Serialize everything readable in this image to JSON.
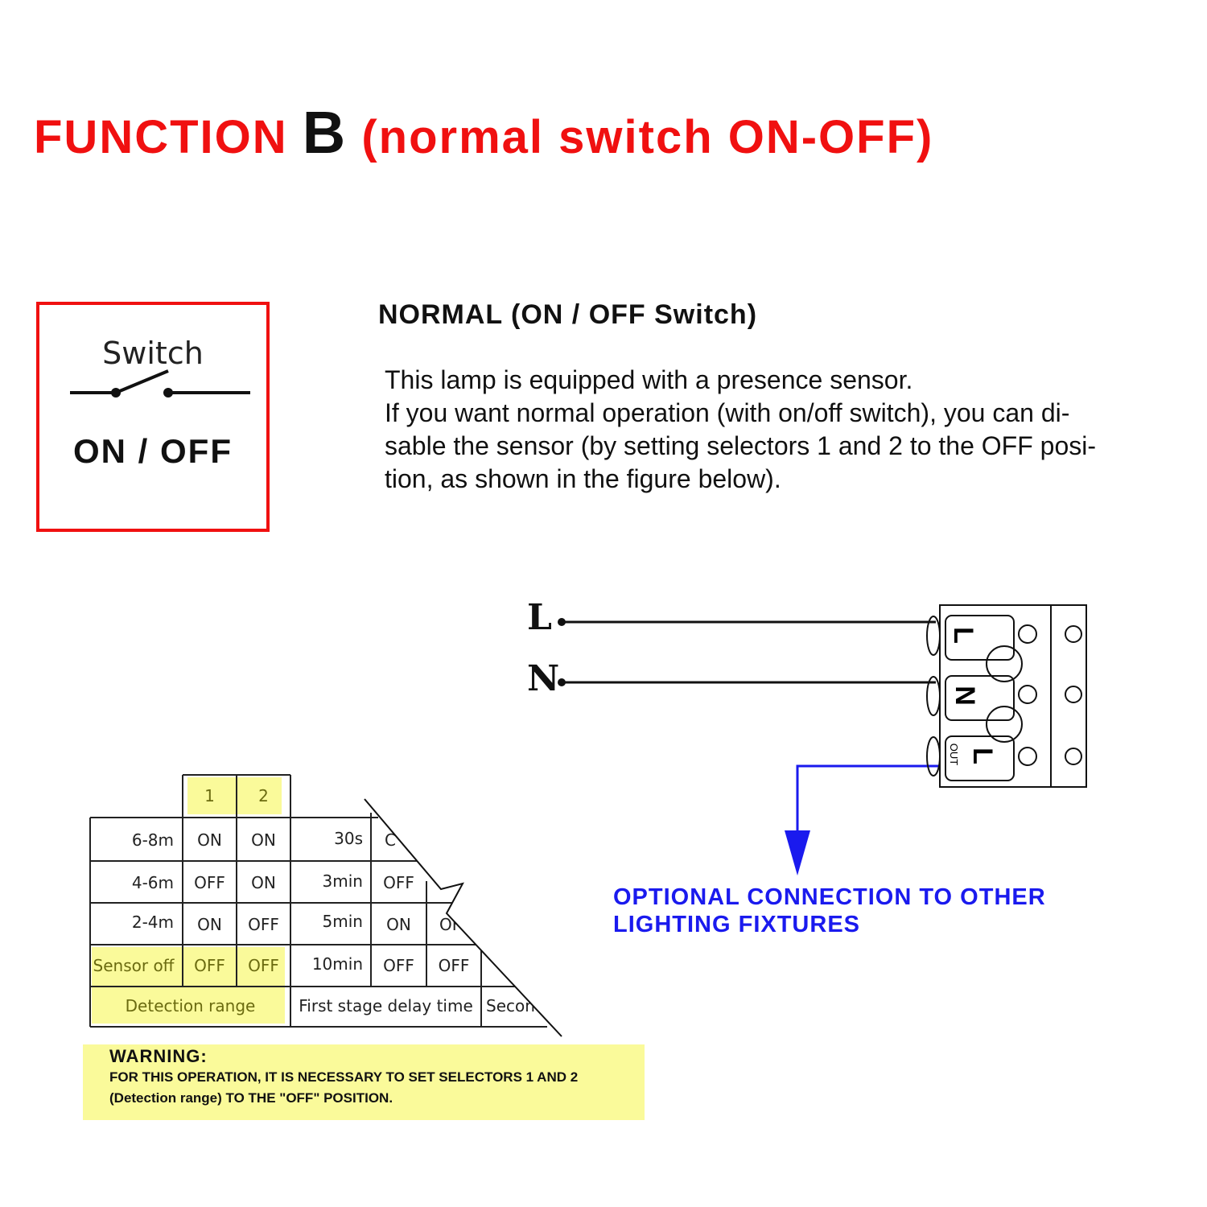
{
  "title": {
    "prefix": "FUNCTION",
    "letter": "B",
    "suffix": "(normal switch ON-OFF)"
  },
  "switch_box": {
    "label": "Switch",
    "state": "ON / OFF"
  },
  "section": {
    "heading": "NORMAL (ON / OFF Switch)",
    "lines": [
      "This lamp is equipped with a presence sensor.",
      "If you want normal operation (with on/off switch), you can di-",
      "sable the sensor (by setting selectors 1 and 2 to the OFF posi-",
      "tion, as shown in the figure below)."
    ]
  },
  "wiring": {
    "line_label": "L",
    "neutral_label": "N",
    "terminals": [
      "L",
      "N",
      "L"
    ],
    "out_label": "OUT",
    "optional_lines": [
      "OPTIONAL CONNECTION TO OTHER",
      "LIGHTING FIXTURES"
    ]
  },
  "table": {
    "headers": [
      "1",
      "2"
    ],
    "rows": [
      {
        "range": "6-8m",
        "s1": "ON",
        "s2": "ON",
        "delay": "30s",
        "d1": "C",
        "d2": ""
      },
      {
        "range": "4-6m",
        "s1": "OFF",
        "s2": "ON",
        "delay": "3min",
        "d1": "OFF",
        "d2": ""
      },
      {
        "range": "2-4m",
        "s1": "ON",
        "s2": "OFF",
        "delay": "5min",
        "d1": "ON",
        "d2": "OF"
      },
      {
        "range": "Sensor off",
        "s1": "OFF",
        "s2": "OFF",
        "delay": "10min",
        "d1": "OFF",
        "d2": "OFF"
      }
    ],
    "footer": {
      "detection": "Detection range",
      "first_stage": "First stage delay time",
      "second": "Secon"
    }
  },
  "warning": {
    "heading": "WARNING:",
    "line1": "FOR THIS OPERATION, IT IS NECESSARY TO SET SELECTORS 1 AND 2",
    "line2": "(Detection range) TO THE \"OFF\" POSITION."
  },
  "colors": {
    "red": "#f01010",
    "blue": "#1a1aee",
    "highlight": "#fafa9a"
  }
}
